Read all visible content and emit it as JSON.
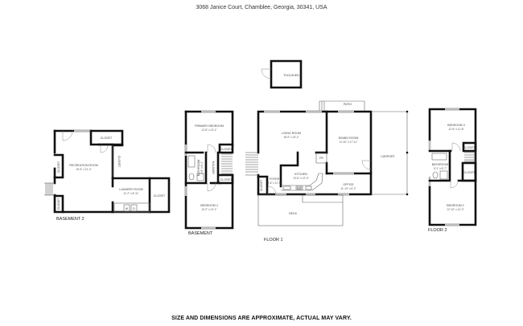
{
  "header": {
    "address": "3068 Janice Court, Chamblee, Georgia, 30341, USA"
  },
  "footer": {
    "disclaimer": "SIZE AND DIMENSIONS ARE APPROXIMATE, ACTUAL MAY VARY."
  },
  "floors": {
    "basement2": {
      "label": "BASEMENT 2",
      "rooms": {
        "recreation": {
          "name": "RECREATION ROOM",
          "dims": "15'-5\" x 21'-4\""
        },
        "laundry": {
          "name": "LAUNDRY ROOM",
          "dims": "11'-2\" x 8'-11\""
        },
        "closet1": {
          "name": "CLOSET"
        },
        "closet2": {
          "name": "CLOSET"
        },
        "closet3": {
          "name": "CLOSET"
        },
        "closet4": {
          "name": "CLOSET"
        },
        "closet5": {
          "name": "CLOSET"
        },
        "washer": "W",
        "dryer": "D"
      }
    },
    "basement": {
      "label": "BASEMENT",
      "rooms": {
        "primary": {
          "name": "PRIMARY BEDROOM",
          "dims": "12'-8\" x 12'-1\""
        },
        "bedroom4": {
          "name": "BEDROOM 4",
          "dims": "10'-2\" x 12'-1\""
        },
        "bathroom": {
          "name": "BATHROOM",
          "dims": "5'-8\" x 8'-2\""
        },
        "hallway": {
          "name": "HALLWAY"
        },
        "closet1": {
          "name": "CLOSET"
        },
        "closet2": {
          "name": "CLOSET"
        }
      }
    },
    "floor1": {
      "label": "FLOOR 1",
      "rooms": {
        "toolshed": {
          "name": "TOOLSHED"
        },
        "patio": {
          "name": "PATIO"
        },
        "living": {
          "name": "LIVING ROOM",
          "dims": "18'-9\" x 15'-2\""
        },
        "dining": {
          "name": "DINING ROOM",
          "dims": "11'-10\" x 17'-11\""
        },
        "carport": {
          "name": "CARPORT"
        },
        "kitchen": {
          "name": "KITCHEN",
          "dims": "13'-6\" x 12'-0\""
        },
        "foyer": {
          "name": "FOYER",
          "dims": "5'-6\" x 11'-9\""
        },
        "office": {
          "name": "OFFICE",
          "dims": "11'-10\" x 5'-2\""
        },
        "closet": {
          "name": "CLOSET"
        },
        "deck": {
          "name": "DECK"
        },
        "fridge": "FR",
        "microwave": "MW"
      }
    },
    "floor2": {
      "label": "FLOOR 2",
      "rooms": {
        "bedroom3": {
          "name": "BEDROOM 3",
          "dims": "12'-8\" x 11'-8\""
        },
        "bedroom2": {
          "name": "BEDROOM 2",
          "dims": "12'-10\" x 12'-3\""
        },
        "bathroom": {
          "name": "BATHROOM",
          "dims": "5'-1\" x 8'-7\""
        },
        "closet1": {
          "name": "CLOSET"
        },
        "closet2": {
          "name": "CLOSET"
        }
      }
    }
  }
}
